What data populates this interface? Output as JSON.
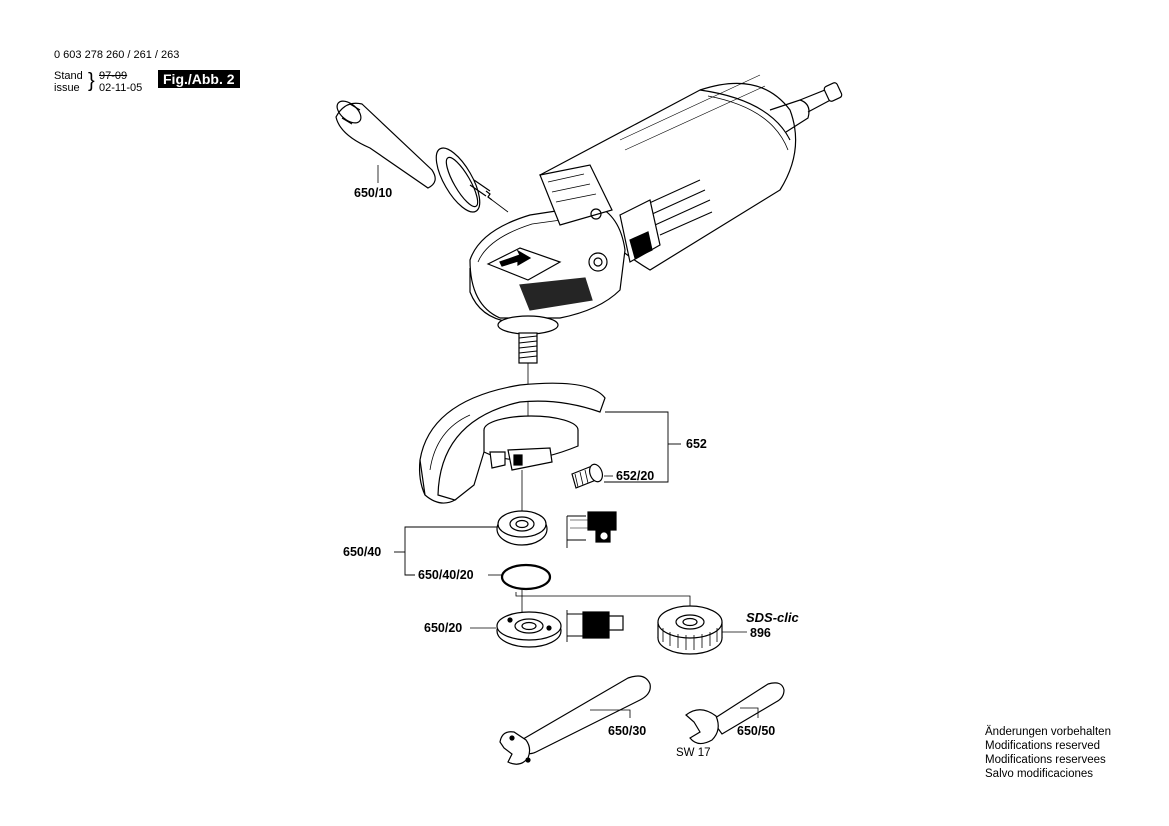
{
  "header": {
    "part_numbers": "0 603 278 260 / 261 / 263",
    "stand_label": "Stand",
    "issue_label": "issue",
    "old_date": "97-09",
    "date": "02-11-05",
    "figure": "Fig./Abb. 2"
  },
  "labels": {
    "handle": "650/10",
    "guard": "652",
    "guard_screw": "652/20",
    "flange": "650/40",
    "o_ring": "650/40/20",
    "mounting_flange": "650/20",
    "sds_nut": "896",
    "sds_brand": "SDS-clic",
    "pin_spanner": "650/30",
    "wrench": "650/50",
    "wrench_size": "SW 17"
  },
  "notes": [
    "Änderungen vorbehalten",
    "Modifications reserved",
    "Modifications reservees",
    "Salvo modificaciones"
  ]
}
